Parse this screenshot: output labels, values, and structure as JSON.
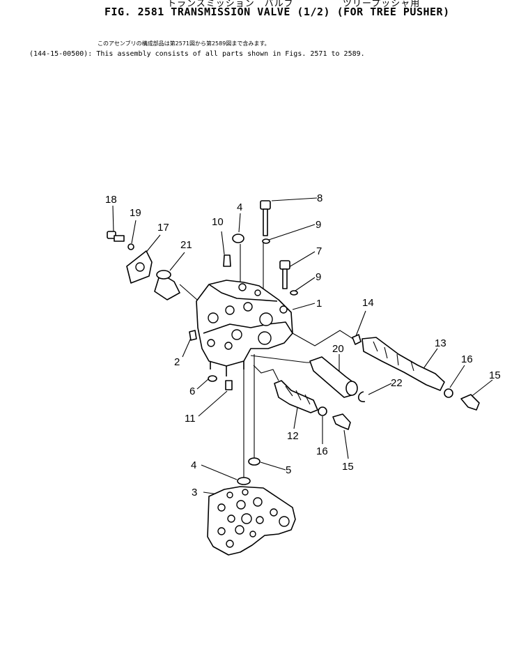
{
  "header": {
    "japanese_title_left": "トランスミッション　バルブ",
    "japanese_title_right": "ツリープッシャ用",
    "title": "FIG. 2581  TRANSMISSION VALVE (1/2) (FOR TREE PUSHER)",
    "japanese_note": "このアセンブリの構成部品は第2571図から第2589図まで含みます。",
    "part_number": "(144-15-00500)",
    "note": ": This assembly consists of all parts shown in Figs. 2571 to 2589."
  },
  "callouts": {
    "c1": "1",
    "c2": "2",
    "c3": "3",
    "c4a": "4",
    "c4b": "4",
    "c5": "5",
    "c6": "6",
    "c7": "7",
    "c8": "8",
    "c9a": "9",
    "c9b": "9",
    "c10": "10",
    "c11": "11",
    "c12": "12",
    "c13": "13",
    "c14": "14",
    "c15a": "15",
    "c15b": "15",
    "c16a": "16",
    "c16b": "16",
    "c17": "17",
    "c18": "18",
    "c19": "19",
    "c20": "20",
    "c21": "21",
    "c22": "22"
  }
}
